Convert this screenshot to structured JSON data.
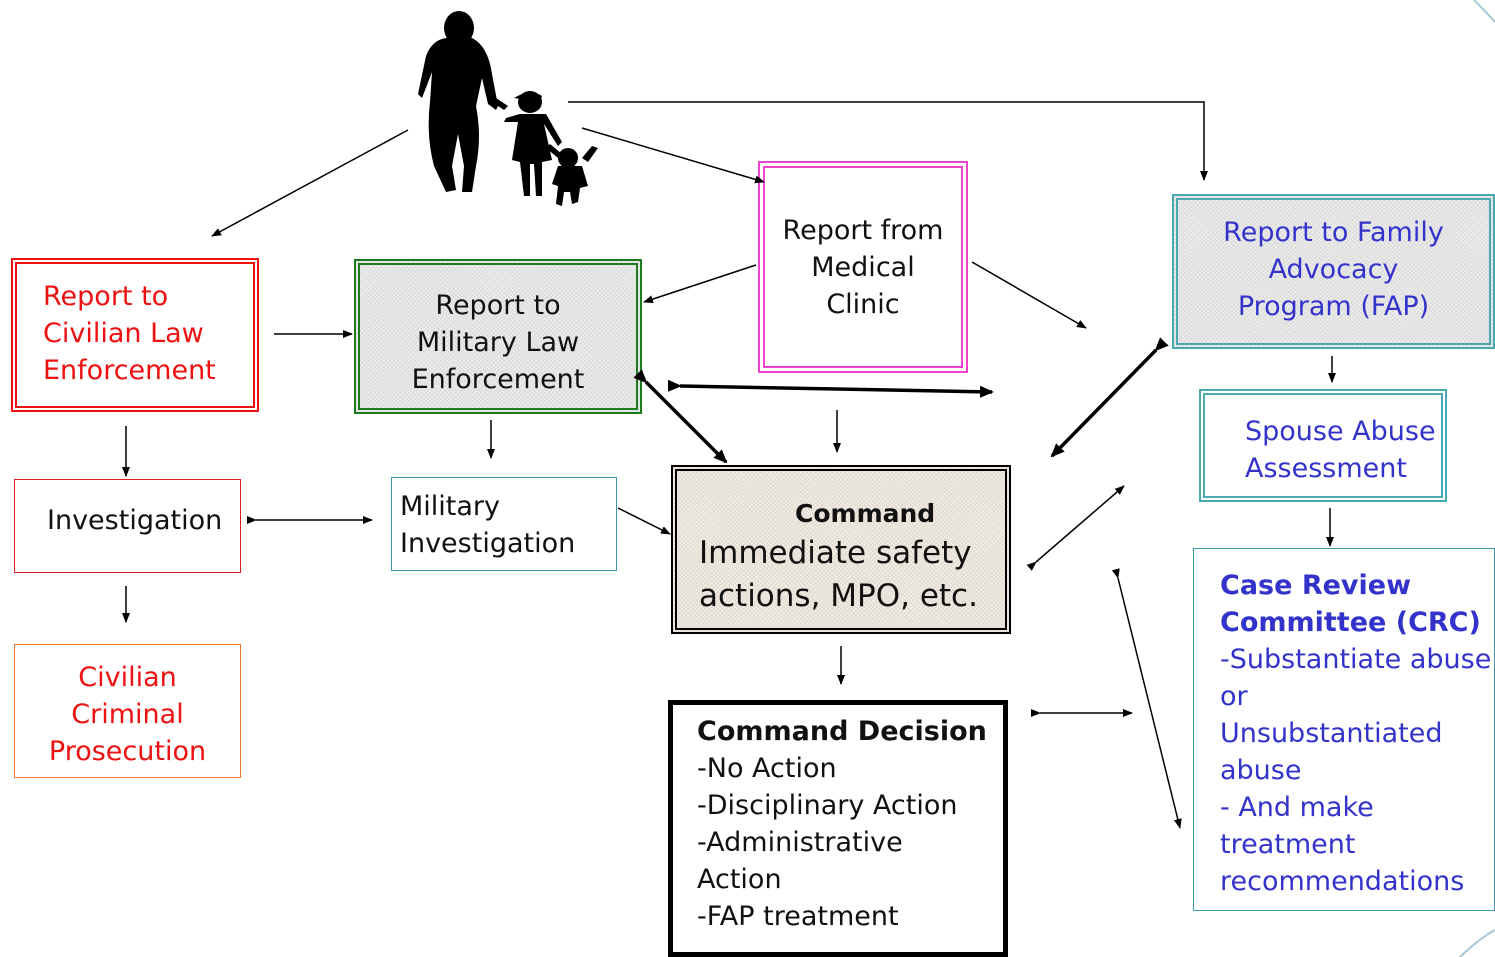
{
  "nodes": {
    "civilian_report": {
      "lines": [
        "Report to",
        "Civilian Law",
        "Enforcement"
      ]
    },
    "military_report": {
      "lines": [
        "Report to",
        "Military Law",
        "Enforcement"
      ]
    },
    "medical_report": {
      "lines": [
        "Report from",
        "Medical",
        "Clinic"
      ]
    },
    "fap_report": {
      "lines": [
        "Report to Family",
        "Advocacy",
        "Program (FAP)"
      ]
    },
    "investigation": {
      "label": "Investigation"
    },
    "military_investigation": {
      "lines": [
        "Military",
        "Investigation"
      ]
    },
    "command": {
      "title": "Command",
      "lines": [
        "Immediate safety",
        "actions, MPO, etc."
      ]
    },
    "spouse_assessment": {
      "lines": [
        "Spouse Abuse",
        "Assessment"
      ]
    },
    "civilian_prosecution": {
      "lines": [
        "Civilian",
        "Criminal",
        "Prosecution"
      ]
    },
    "command_decision": {
      "title": "Command Decision",
      "lines": [
        "-No Action",
        "-Disciplinary Action",
        "-Administrative",
        "Action",
        "-FAP treatment"
      ]
    },
    "crc": {
      "title_lines": [
        "Case Review",
        "Committee (CRC)"
      ],
      "lines": [
        "-Substantiate abuse",
        "or",
        "Unsubstantiated",
        "abuse",
        "- And make",
        "treatment",
        "recommendations"
      ]
    }
  },
  "figure": {
    "icon": "family-silhouette-icon"
  },
  "colors": {
    "red": "#ee1111",
    "green": "#1e7a1e",
    "pink": "#ee44cc",
    "teal": "#4aa8b0",
    "blue": "#3333cc",
    "orange": "#f07828"
  }
}
